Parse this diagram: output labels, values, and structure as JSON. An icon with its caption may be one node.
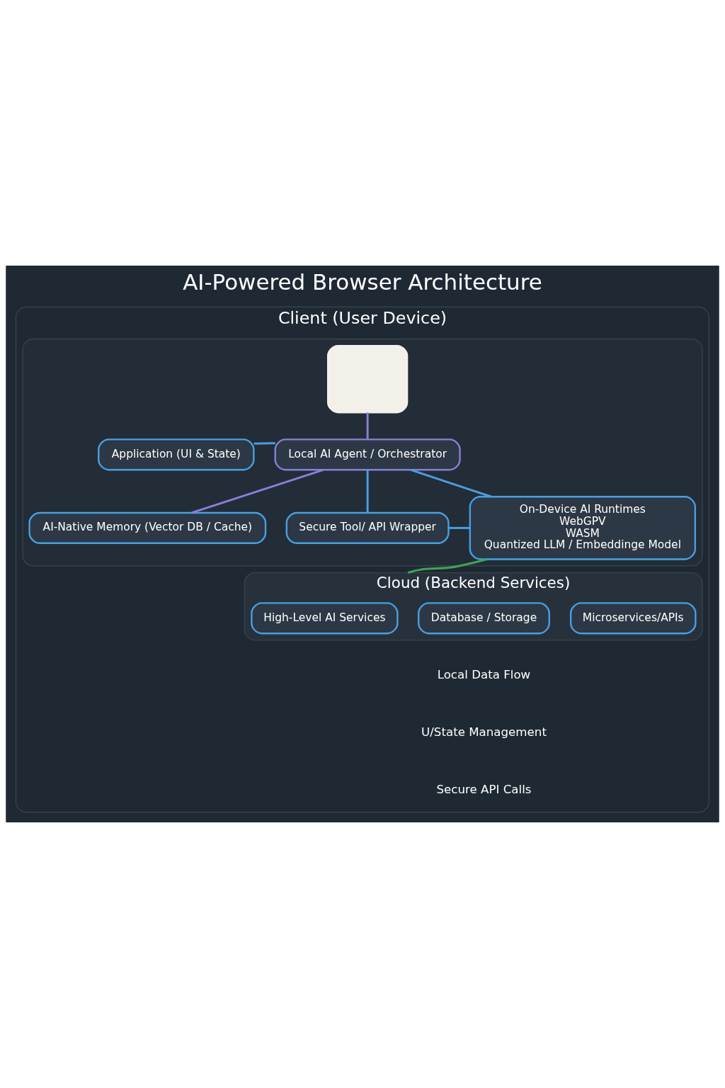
{
  "diagram": {
    "title": "AI-Powered Browser Architecture",
    "nodes": [
      {
        "text": [
          "Client (User Device)"
        ]
      },
      {
        "text": [],
        "shape": "box",
        "in": 0
      },
      {
        "text": [],
        "shape": "box",
        "in": 1
      },
      {
        "text": [
          "Application (UI & State)"
        ],
        "in": 1
      },
      {
        "text": [
          "Local AI Agent / Orchestrator"
        ],
        "in": 1
      },
      {
        "text": [
          "AI-Native Memory (Vector DB / Cache)"
        ],
        "in": 1
      },
      {
        "text": [
          "Secure Tool/ API Wrapper"
        ],
        "in": 1
      },
      {
        "text": [
          "On-Device AI Runtimes",
          "WebGPV",
          "WASM",
          "Quantized LLM / Embeddinge Model"
        ],
        "in": 1
      },
      {
        "text": [
          "Cloud (Backend Services)"
        ],
        "in": 0
      },
      {
        "text": [
          "Microservices/APIs"
        ],
        "in": 8
      },
      {
        "text": [
          "Database / Storage"
        ],
        "in": 8
      },
      {
        "text": [
          "High-Level AI Services"
        ],
        "in": 8
      }
    ],
    "edges": [
      {
        "from": 2,
        "to": 4,
        "arrow": "none",
        "color": "#8b7fd8"
      },
      {
        "from": 3,
        "to": 4,
        "arrow": "none"
      },
      {
        "from": 4,
        "to": 5,
        "arrow": "none",
        "color": "#8b7fd8"
      },
      {
        "from": 4,
        "to": 6,
        "arrow": "none"
      },
      {
        "from": 4,
        "to": 7,
        "arrow": "none"
      },
      {
        "from": 6,
        "to": 7,
        "arrow": "none"
      },
      {
        "from": 7,
        "to": 8,
        "arrow": "none",
        "color": "#3fa35a"
      }
    ],
    "legend": [
      {
        "text": "Local Data Flow"
      },
      {
        "text": "U/State Management"
      },
      {
        "text": "Secure API Calls"
      }
    ]
  }
}
